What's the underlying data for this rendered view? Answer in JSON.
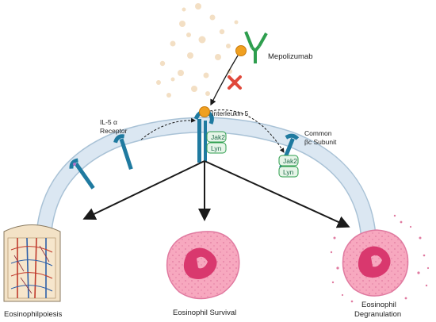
{
  "labels": {
    "drug": "Mepolizumab",
    "cytokine": "Interleukin 5",
    "receptor_line1": "IL-5 α",
    "receptor_line2": "Receptor",
    "beta_line1": "Common",
    "beta_line2": "βc Subunit",
    "jak2_a": "Jak2",
    "lyn_a": "Lyn",
    "jak2_b": "Jak2",
    "lyn_b": "Lyn",
    "outcome_left": "Eosinophilpoiesis",
    "outcome_center": "Eosinophil Survival",
    "outcome_right_line1": "Eosinophil",
    "outcome_right_line2": "Degranulation"
  },
  "colors": {
    "membrane": "#dbe7f2",
    "receptor": "#1f7aa0",
    "il5": "#f0a020",
    "antibody": "#2e9e4e",
    "block": "#e0483a",
    "kinase_box": "#e6f5e8",
    "cell": "#f7a8bf",
    "nucleus": "#d9386e",
    "particles": "#f3dfc4"
  }
}
